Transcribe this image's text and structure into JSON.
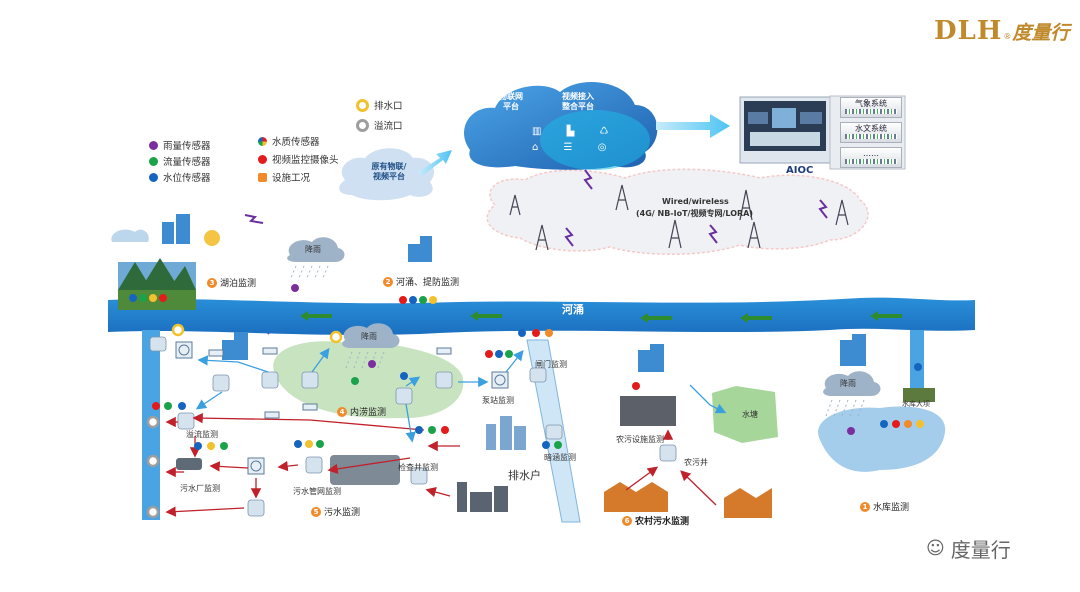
{
  "brand": {
    "logo_text": "DLH",
    "logo_cn": "度量行",
    "watermark": "度量行"
  },
  "legend": {
    "items": [
      {
        "label": "雨量传感器",
        "color": "#7b2f9e"
      },
      {
        "label": "流量传感器",
        "color": "#1aa34a"
      },
      {
        "label": "水位传感器",
        "color": "#1565c0"
      },
      {
        "label": "水质传感器",
        "color": "conic"
      },
      {
        "label": "视频监控摄像头",
        "color": "#e41b1b"
      },
      {
        "label": "设施工况",
        "color": "#f08a2a"
      }
    ],
    "outlets": [
      {
        "label": "排水口",
        "color": "#f2c12e"
      },
      {
        "label": "溢流口",
        "color": "#9e9e9e"
      }
    ]
  },
  "platform": {
    "existing": "原有物联/\n视频平台",
    "iot": "物联网\n平台",
    "video": "视频接入\n整合平台",
    "aioc": "AIOC",
    "systems": [
      "气象系统",
      "水文系统",
      "……"
    ]
  },
  "network": {
    "title": "Wired/wireless",
    "subtitle": "(4G/ NB-IoT/视频专网/LORA)"
  },
  "river": {
    "name": "河涌"
  },
  "labels": {
    "rain": "降雨",
    "outfall": "溢流监测",
    "wwtp": "污水厂监测",
    "pipe_net": "污水管网监测",
    "inspection_well": "检查井监测",
    "pump": "泵站监测",
    "gate": "闸门监测",
    "culvert": "暗涵监测",
    "discharger": "排水户",
    "rural_facility": "农污设施监测",
    "rural_well": "农污井",
    "pond": "水塘",
    "dam": "水库大坝",
    "waterlogging": "内涝监测"
  },
  "sections": [
    {
      "num": "1",
      "label": "水库监测"
    },
    {
      "num": "2",
      "label": "河涌、提防监测"
    },
    {
      "num": "3",
      "label": "湖泊监测"
    },
    {
      "num": "4",
      "label": "内涝监测"
    },
    {
      "num": "5",
      "label": "污水监测"
    },
    {
      "num": "6",
      "label": "农村污水监测"
    }
  ]
}
